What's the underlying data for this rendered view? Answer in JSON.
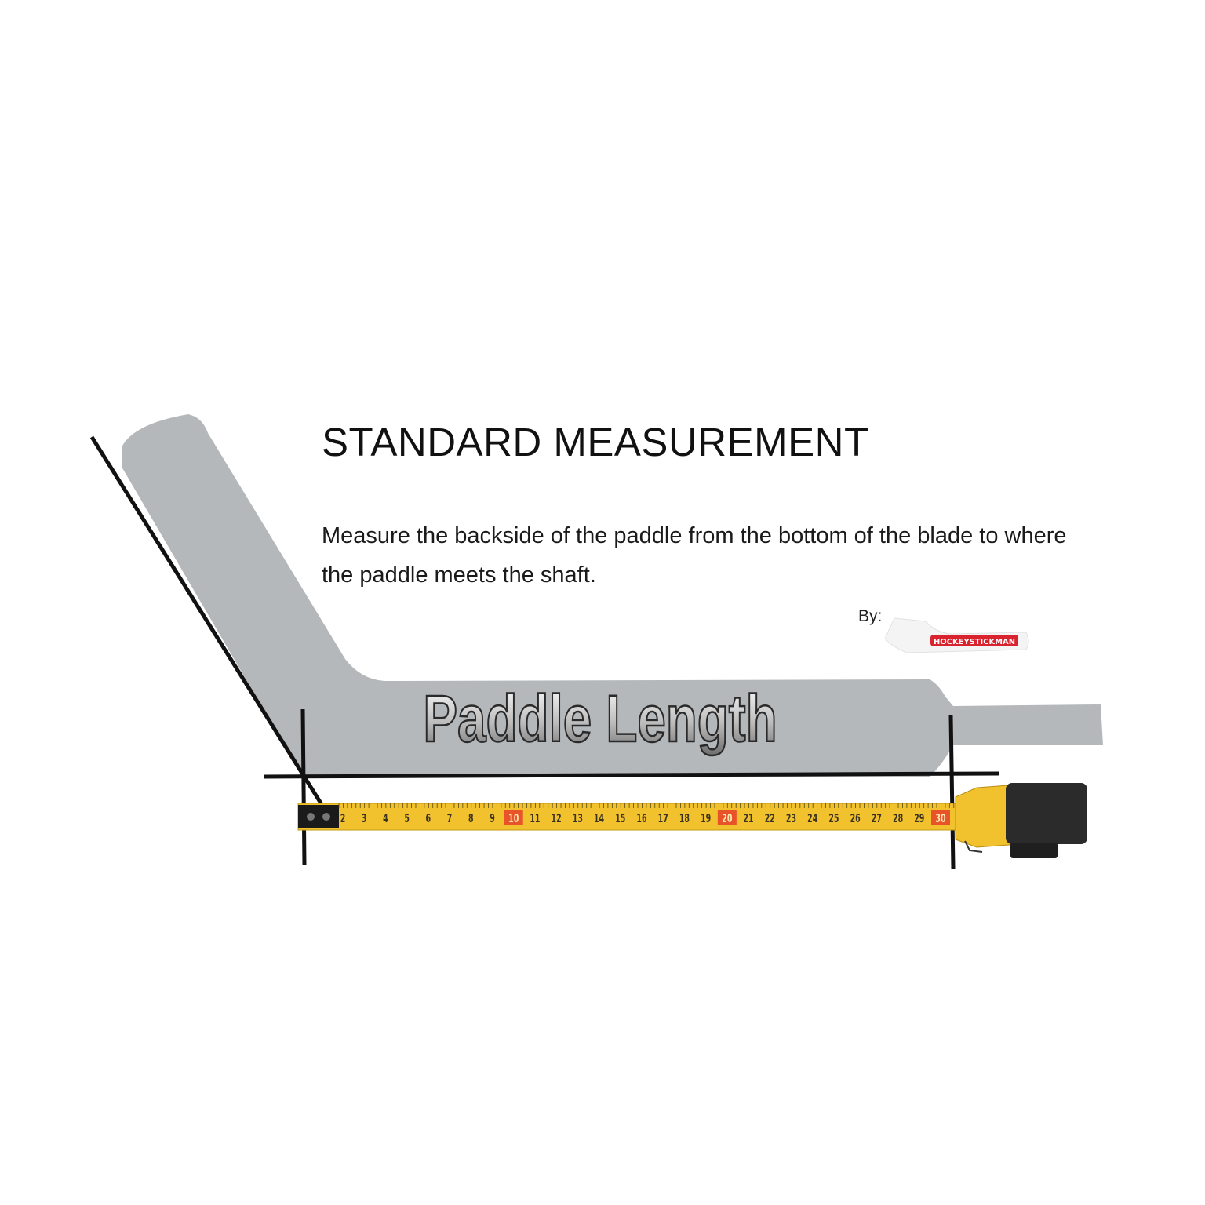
{
  "heading": "STANDARD MEASUREMENT",
  "instructions": "Measure the backside of the paddle from the bottom of the blade to where the paddle meets the shaft.",
  "byline": "By:",
  "logo_text": "HOCKEYSTICKMAN",
  "diagram_label": "Paddle Length",
  "tape_numbers": [
    "2",
    "3",
    "4",
    "5",
    "6",
    "7",
    "8",
    "9",
    "10",
    "11",
    "12",
    "13",
    "14",
    "15",
    "16",
    "17",
    "18",
    "19",
    "20",
    "21",
    "22",
    "23",
    "24",
    "25",
    "26",
    "27",
    "28",
    "29",
    "30"
  ],
  "tape_highlight_numbers": [
    "10",
    "20",
    "30"
  ],
  "colors": {
    "stick": "#b4b8ba",
    "tape": "#f2c12e",
    "tape_highlight": "#e8532a",
    "lines": "#111111",
    "label_fill_top": "#ffffff",
    "label_fill_bottom": "#6e6e6e",
    "logo_red": "#d9232e"
  }
}
